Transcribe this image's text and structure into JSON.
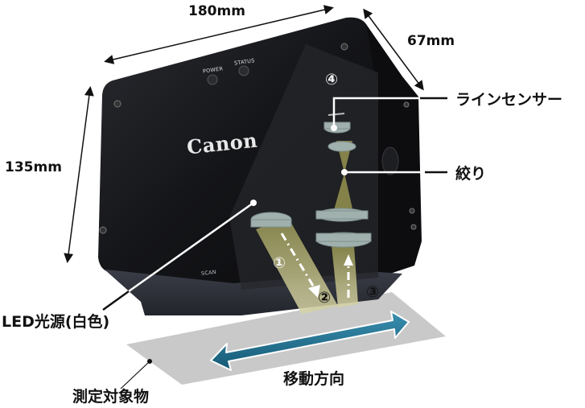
{
  "diagram": {
    "title": "Canon line sensor measurement device overview",
    "device": {
      "brand_logo": "Canon",
      "buttons": [
        {
          "label": "POWER"
        },
        {
          "label": "STATUS"
        }
      ],
      "scan_mark": "SCAN",
      "body_color": "#1a1b1f"
    },
    "dimensions": {
      "width": "180mm",
      "height": "135mm",
      "depth": "67mm"
    },
    "callouts": {
      "line_sensor": "ラインセンサー",
      "aperture": "絞り",
      "led_light": "LED光源(白色)",
      "target": "測定対象物",
      "direction": "移動方向"
    },
    "steps": [
      {
        "id": 1,
        "glyph": "①"
      },
      {
        "id": 2,
        "glyph": "②"
      },
      {
        "id": 3,
        "glyph": "③"
      },
      {
        "id": 4,
        "glyph": "④"
      }
    ],
    "colors": {
      "light_beam": "#b8b57a",
      "lens": "#9fb0ad",
      "movement_arrow": "#1f6e8c",
      "target_plane": "#c9c9c9",
      "text": "#111111"
    }
  }
}
